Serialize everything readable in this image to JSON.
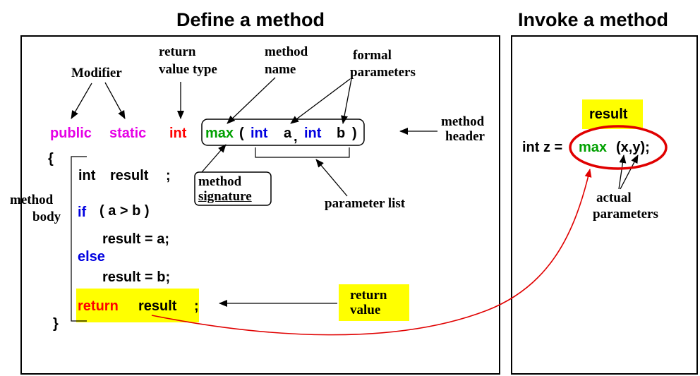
{
  "titles": {
    "define": "Define a method",
    "invoke": "Invoke a method"
  },
  "colors": {
    "modifier": "#e600e6",
    "keyword_red": "#ff0000",
    "method_green": "#00a000",
    "type_blue": "#0000e0",
    "highlight": "#ffff00",
    "plain": "#000000"
  },
  "header": {
    "public": "public",
    "static": "static",
    "return_type": "int",
    "name": "max",
    "open_paren": "(",
    "p1_type": "int",
    "p1_name": "a",
    "comma": ",",
    "p2_type": "int",
    "p2_name": "b",
    "close_paren": ")"
  },
  "body": {
    "open_brace": "{",
    "close_brace": "}",
    "decl_type": "int",
    "decl_name": "result",
    "decl_semi": ";",
    "if_kw": "if",
    "if_cond": "(   a > b )",
    "assign_a": "result = a;",
    "else_kw": "else",
    "assign_b": "result = b;",
    "return_kw": "return",
    "return_val": "result",
    "return_semi": ";"
  },
  "annotations": {
    "modifier": "Modifier",
    "return_type_1": "return",
    "return_type_2": "value type",
    "method_name_1": "method",
    "method_name_2": "name",
    "formal_1": "formal",
    "formal_2": "parameters",
    "method_header_1": "method",
    "method_header_2": "header",
    "signature_1": "method",
    "signature_2": "signature",
    "param_list": "parameter list",
    "method_body_1": "method",
    "method_body_2": "body",
    "return_value_1": "return",
    "return_value_2": "value"
  },
  "invoke": {
    "result_label": "result",
    "lhs": "int z =",
    "call_name": "max",
    "call_args": "(x,y);",
    "actual_1": "actual",
    "actual_2": "parameters"
  }
}
